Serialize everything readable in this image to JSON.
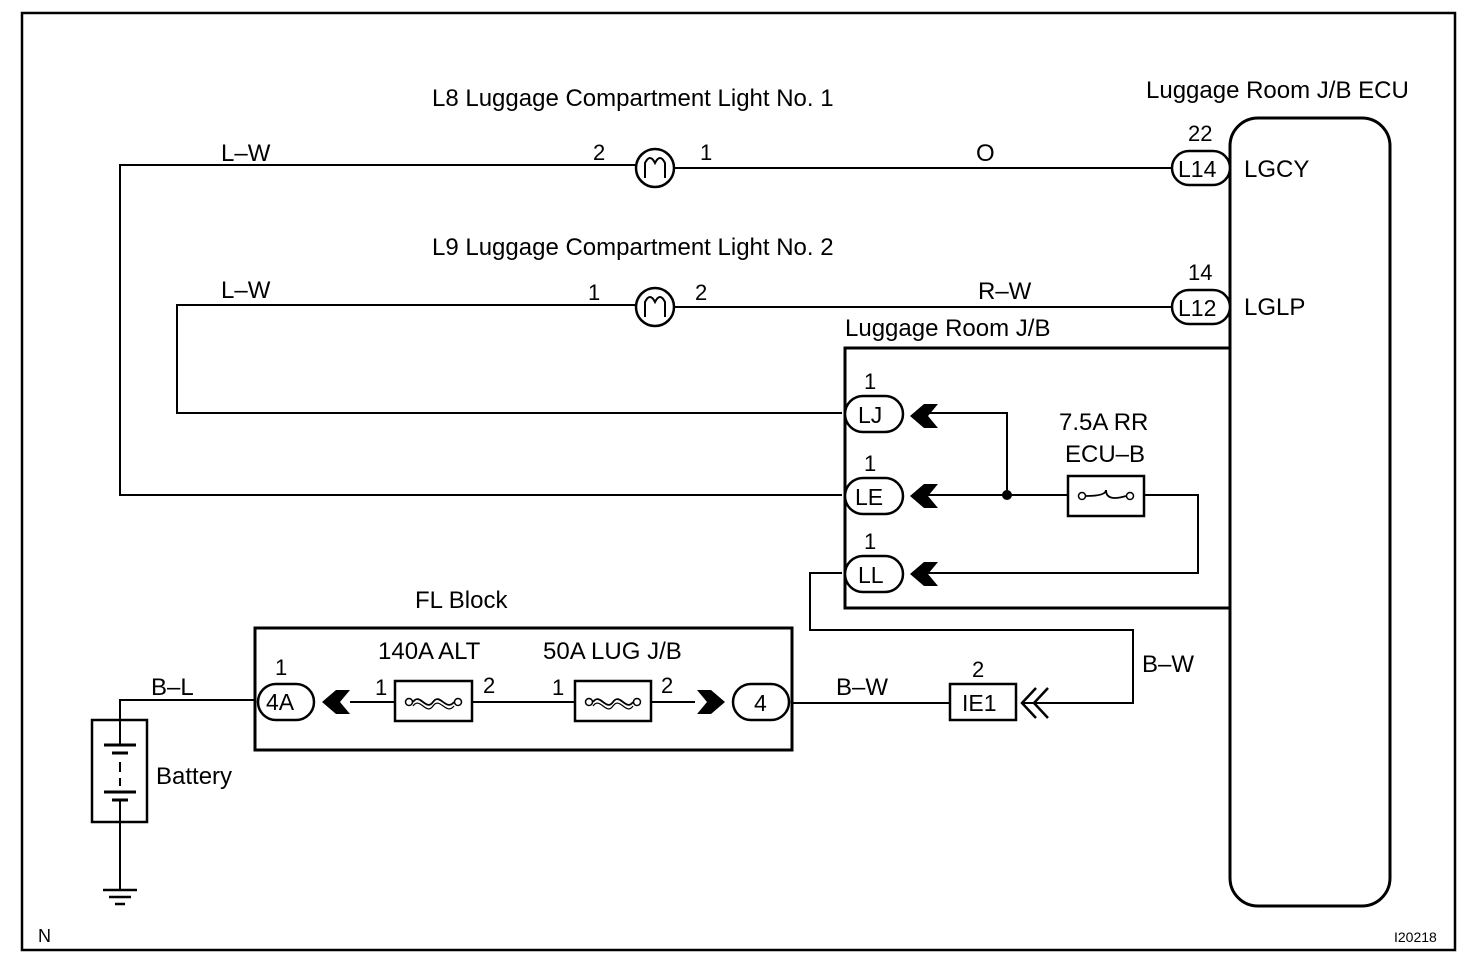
{
  "titles": {
    "l8": "L8 Luggage Compartment Light No. 1",
    "l9": "L9 Luggage Compartment Light No. 2",
    "ecu": "Luggage Room J/B ECU",
    "jb": "Luggage Room J/B",
    "fl_block": "FL Block",
    "battery": "Battery"
  },
  "wires": {
    "lw1": "L–W",
    "lw2": "L–W",
    "o": "O",
    "rw": "R–W",
    "bl": "B–L",
    "bw1": "B–W",
    "bw2": "B–W"
  },
  "pins": {
    "l8_left": "2",
    "l8_right": "1",
    "l9_left": "1",
    "l9_right": "2",
    "l14_num": "22",
    "l12_num": "14",
    "lj_num": "1",
    "le_num": "1",
    "ll_num": "1",
    "fa_num": "1",
    "alt_in": "1",
    "alt_out": "2",
    "lug_in": "1",
    "lug_out": "2",
    "ie1_num": "2"
  },
  "connectors": {
    "l14": "L14",
    "l12": "L12",
    "lj": "LJ",
    "le": "LE",
    "ll": "LL",
    "fa": "4A",
    "f4": "4",
    "ie1": "IE1"
  },
  "terminals": {
    "lgcy": "LGCY",
    "lglp": "LGLP"
  },
  "fuses": {
    "rr_line1": "7.5A RR",
    "rr_line2": "ECU–B",
    "alt": "140A ALT",
    "lug": "50A LUG J/B"
  },
  "corner": {
    "left": "N",
    "right": "I20218"
  }
}
